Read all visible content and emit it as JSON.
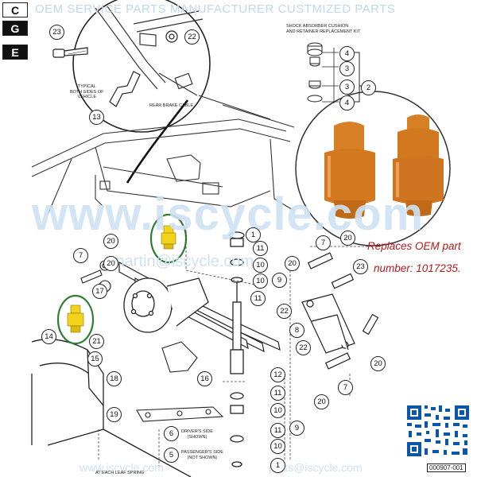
{
  "header": {
    "banner_text": "OEM SERVICE  PARTS MANUFACTURER  CUSTMIZED PARTS",
    "logo_letters": [
      "C",
      "G",
      "E"
    ]
  },
  "watermarks": {
    "main": "www.iscycle.com",
    "email": "martin@iscycle.com",
    "footer_left": "www.iscycle.com",
    "footer_right": "parts@iscycle.com"
  },
  "notes": {
    "typical_line1": "TYPICAL",
    "typical_line2": "BOTH SIDES OF",
    "typical_line3": "VEHICLE",
    "rear_brake_cable": "REAR BRAKE CABLE",
    "shock_kit_line1": "SHOCK ABSORBER CUSHION",
    "shock_kit_line2": "AND RETAINER REPLACEMENT KIT",
    "drivers_side_line1": "DRIVER'S SIDE",
    "drivers_side_line2": "(SHOWN)",
    "passenger_side_line1": "PASSENGER'S SIDE",
    "passenger_side_line2": "(NOT SHOWN)",
    "leaf_spring_line1": "AT EACH LEAF SPRING"
  },
  "replaces": {
    "line1": "Replaces OEM part",
    "line2": "number: 1017235."
  },
  "part_number_tag": "000907-001",
  "callouts": [
    "23",
    "22",
    "13",
    "4",
    "3",
    "3",
    "4",
    "2",
    "1",
    "7",
    "20",
    "20",
    "17",
    "11",
    "10",
    "10",
    "9",
    "20",
    "11",
    "10",
    "21",
    "14",
    "15",
    "18",
    "19",
    "16",
    "6",
    "5",
    "12",
    "11",
    "10",
    "11",
    "10",
    "9",
    "7",
    "20",
    "23",
    "20",
    "22",
    "8",
    "22",
    "20",
    "7",
    "20",
    "1"
  ],
  "colors": {
    "highlight_ring": "#2e7d32",
    "bumper_yellow": "#f3d21a",
    "bumper_orange": "#d2781f",
    "replaces_text": "#b31a1a",
    "watermark": "#cfe2f3"
  }
}
